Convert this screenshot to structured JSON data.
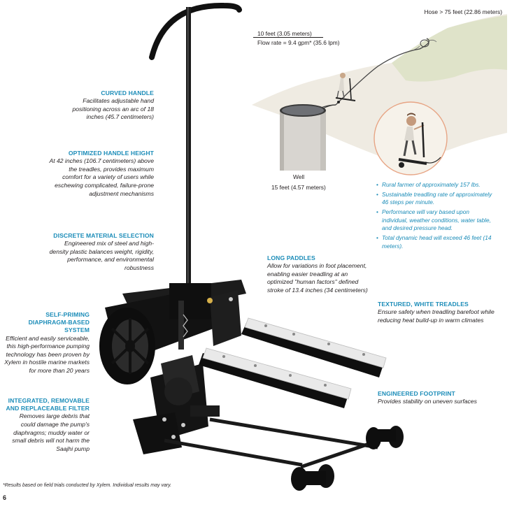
{
  "callouts": {
    "curved_handle": {
      "head": "CURVED HANDLE",
      "body": "Facilitates adjustable hand positioning across an arc of 18 inches (45.7 centimeters)"
    },
    "optimized_height": {
      "head": "OPTIMIZED HANDLE HEIGHT",
      "body": "At 42 inches (106.7 centimeters) above the treadles, provides maximum comfort for a variety of users while eschewing complicated, failure-prone adjustment mechanisms"
    },
    "material": {
      "head": "DISCRETE MATERIAL SELECTION",
      "body": "Engineered mix of steel and high-density plastic balances weight, rigidity, performance, and environmental robustness"
    },
    "self_priming": {
      "head": "SELF-PRIMING DIAPHRAGM-BASED SYSTEM",
      "body": "Efficient and easily serviceable, this high-performance pumping technology has been proven by Xylem in hostile marine markets for more than 20 years"
    },
    "filter": {
      "head": "INTEGRATED, REMOVABLE AND REPLACEABLE FILTER",
      "body": "Removes large debris that could damage the pump's diaphragms; muddy water or small debris will not harm the Saajhi pump"
    },
    "paddles": {
      "head": "LONG PADDLES",
      "body": "Allow for variations in foot placement, enabling easier treadling at an optimized \"human factors\" defined stroke of 13.4 inches (34 centimeters)"
    },
    "treadles": {
      "head": "TEXTURED, WHITE TREADLES",
      "body": "Ensure safety when treadling barefoot while reducing heat build-up in warm climates"
    },
    "footprint": {
      "head": "ENGINEERED FOOTPRINT",
      "body": "Provides stability on uneven surfaces"
    }
  },
  "diagram": {
    "hose": "Hose > 75 feet (22.86 meters)",
    "ten_feet": "10 feet (3.05 meters)",
    "flow_rate": "Flow rate = 9.4 gpm* (35.6 lpm)",
    "well": "Well",
    "well_depth": "15 feet (4.57 meters)"
  },
  "bullets": [
    "Rural farmer of approximately 157 lbs.",
    "Sustainable treadling rate of approximately 46 steps per minute.",
    "Performance will vary based upon individual, weather conditions, water table, and desired pressure head.",
    "Total dynamic head will exceed 46 feet (14 meters)."
  ],
  "footnote": "*Results based on field trials conducted by Xylem. Individual results may vary.",
  "page_number": "6",
  "colors": {
    "accent": "#1b8cb8",
    "text": "#231f20",
    "pump_body": "#1a1a1a",
    "treadle": "#e8e8e8"
  }
}
